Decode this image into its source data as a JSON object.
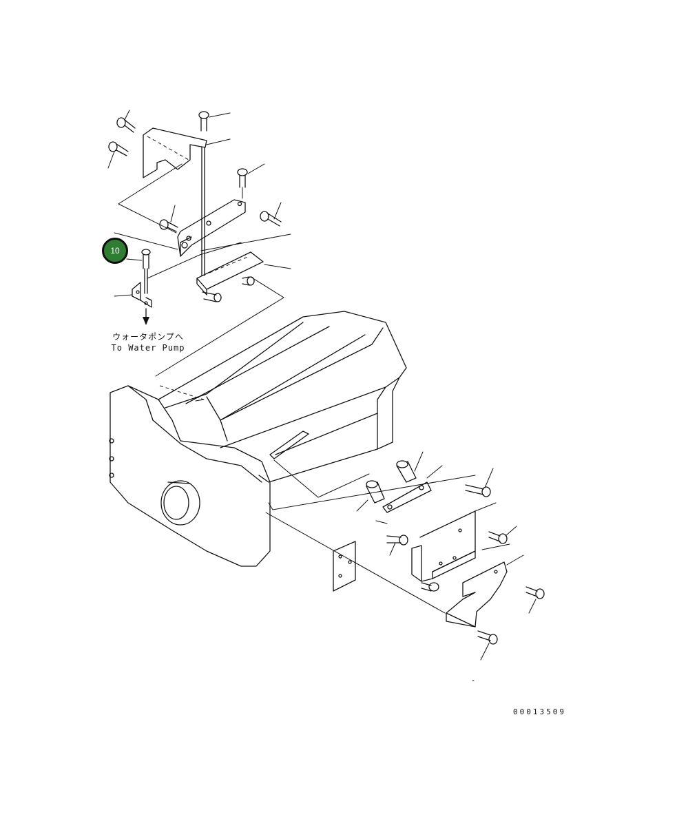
{
  "callout": {
    "number": "10",
    "color": "#2e7d32"
  },
  "direction_label_jp": "ウォータポンプへ",
  "direction_label_en": "To Water Pump",
  "drawing_code": "00013509",
  "icons": [
    "arrow-down-icon"
  ]
}
